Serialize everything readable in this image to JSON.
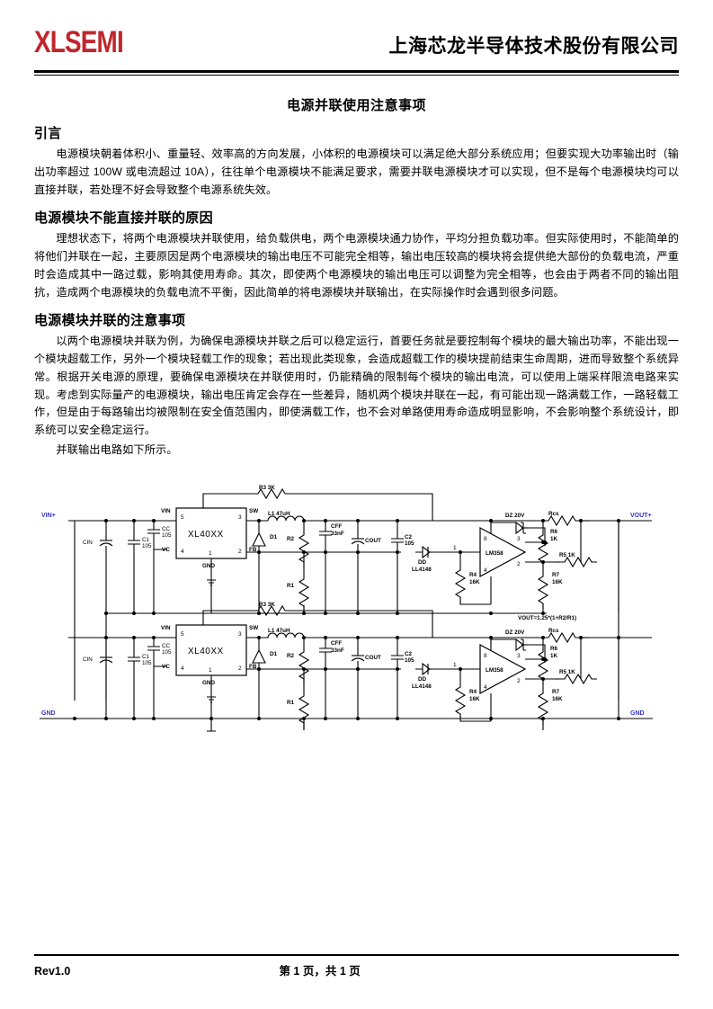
{
  "header": {
    "logo_text": "XLSEMI",
    "company_name": "上海芯龙半导体技术股份有限公司",
    "logo_color": "#c0272d"
  },
  "document": {
    "title": "电源并联使用注意事项",
    "sections": [
      {
        "heading": "引言",
        "paragraphs": [
          "电源模块朝着体积小、重量轻、效率高的方向发展，小体积的电源模块可以满足绝大部分系统应用；但要实现大功率输出时（输出功率超过 100W 或电流超过 10A），往往单个电源模块不能满足要求，需要并联电源模块才可以实现，但不是每个电源模块均可以直接并联，若处理不好会导致整个电源系统失效。"
        ]
      },
      {
        "heading": "电源模块不能直接并联的原因",
        "paragraphs": [
          "理想状态下，将两个电源模块并联使用，给负载供电，两个电源模块通力协作，平均分担负载功率。但实际使用时，不能简单的将他们并联在一起，主要原因是两个电源模块的输出电压不可能完全相等，输出电压较高的模块将会提供绝大部份的负载电流，严重时会造成其中一路过载，影响其使用寿命。其次，即使两个电源模块的输出电压可以调整为完全相等，也会由于两者不同的输出阻抗，造成两个电源模块的负载电流不平衡，因此简单的将电源模块并联输出，在实际操作时会遇到很多问题。"
        ]
      },
      {
        "heading": "电源模块并联的注意事项",
        "paragraphs": [
          "以两个电源模块并联为例，为确保电源模块并联之后可以稳定运行，首要任务就是要控制每个模块的最大输出功率，不能出现一个模块超载工作，另外一个模块轻载工作的现象；若出现此类现象，会造成超载工作的模块提前结束生命周期，进而导致整个系统异常。根据开关电源的原理，要确保电源模块在并联使用时，仍能精确的限制每个模块的输出电流，可以使用上端采样限流电路来实现。考虑到实际量产的电源模块，输出电压肯定会存在一些差异，随机两个模块并联在一起，有可能出现一路满载工作，一路轻载工作，但是由于每路输出均被限制在安全值范围内，即使满载工作，也不会对单路使用寿命造成明显影响，不会影响整个系统设计，即系统可以安全稳定运行。",
          "并联输出电路如下所示。"
        ]
      }
    ]
  },
  "schematic": {
    "caption_note": "并联输出电路",
    "net_labels": {
      "vin": "VIN+",
      "vout": "VOUT+",
      "gnd_left": "GND",
      "gnd_right": "GND"
    },
    "formula": "VOUT=1.25*(1+R2/R1)",
    "chip": {
      "name": "XL40XX",
      "pins": [
        {
          "num": "5",
          "name": "VIN"
        },
        {
          "num": "3",
          "name": "SW"
        },
        {
          "num": "4",
          "name": "VC"
        },
        {
          "num": "2",
          "name": "FB"
        },
        {
          "num": "1",
          "name": "GND"
        }
      ]
    },
    "opamp": {
      "name": "LM358",
      "pins": [
        "1",
        "8",
        "3",
        "2",
        "4"
      ]
    },
    "components": [
      {
        "ref": "R3",
        "value": "3K"
      },
      {
        "ref": "CIN",
        "value": ""
      },
      {
        "ref": "C1",
        "value": "105"
      },
      {
        "ref": "CC",
        "value": "105"
      },
      {
        "ref": "L1",
        "value": "47uH"
      },
      {
        "ref": "D1",
        "value": ""
      },
      {
        "ref": "R2",
        "value": ""
      },
      {
        "ref": "R1",
        "value": ""
      },
      {
        "ref": "CFF",
        "value": "33nF"
      },
      {
        "ref": "COUT",
        "value": ""
      },
      {
        "ref": "C2",
        "value": "105"
      },
      {
        "ref": "DD",
        "value": "LL4148"
      },
      {
        "ref": "R4",
        "value": "16K"
      },
      {
        "ref": "DZ",
        "value": "20V"
      },
      {
        "ref": "Rcs",
        "value": ""
      },
      {
        "ref": "R6",
        "value": "1K"
      },
      {
        "ref": "R5",
        "value": "1K"
      },
      {
        "ref": "R7",
        "value": "16K"
      }
    ],
    "labels": {
      "r3": "R3 3K",
      "cin": "CIN",
      "c1": "C1",
      "c1v": "105",
      "cc": "CC",
      "ccv": "105",
      "l1": "L1 47uH",
      "d1": "D1",
      "r2": "R2",
      "r1": "R1",
      "cff": "CFF",
      "cffv": "33nF",
      "cout": "COUT",
      "c2": "C2",
      "c2v": "105",
      "dd": "DD",
      "ddv": "LL4148",
      "r4": "R4",
      "r4v": "16K",
      "dz": "DZ 20V",
      "rcs": "Rcs",
      "r6": "R6",
      "r6v": "1K",
      "r5": "R5 1K",
      "r7": "R7",
      "r7v": "16K"
    }
  },
  "footer": {
    "revision": "Rev1.0",
    "page_indicator": "第 1 页，共 1 页"
  }
}
